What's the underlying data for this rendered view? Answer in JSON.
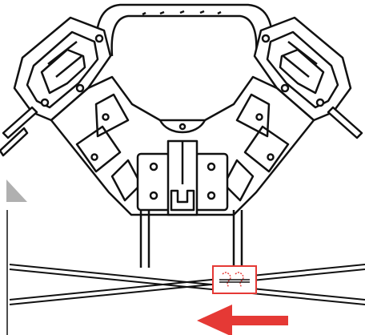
{
  "diagram": {
    "figure": "crossbow-front-view-with-string-cross-and-arrow",
    "colors": {
      "line": "#111111",
      "background": "#ffffff",
      "accent": "#e53935",
      "marker_gray": "#b0b0b0"
    },
    "components": {
      "limbs": 2,
      "cams": 2,
      "riser": 1,
      "rails": 2,
      "strings_crossing": true
    },
    "highlight": {
      "label": "string-clip-highlight",
      "color": "#e53935"
    },
    "direction_arrow": {
      "points": "left",
      "color": "#e53935"
    }
  }
}
